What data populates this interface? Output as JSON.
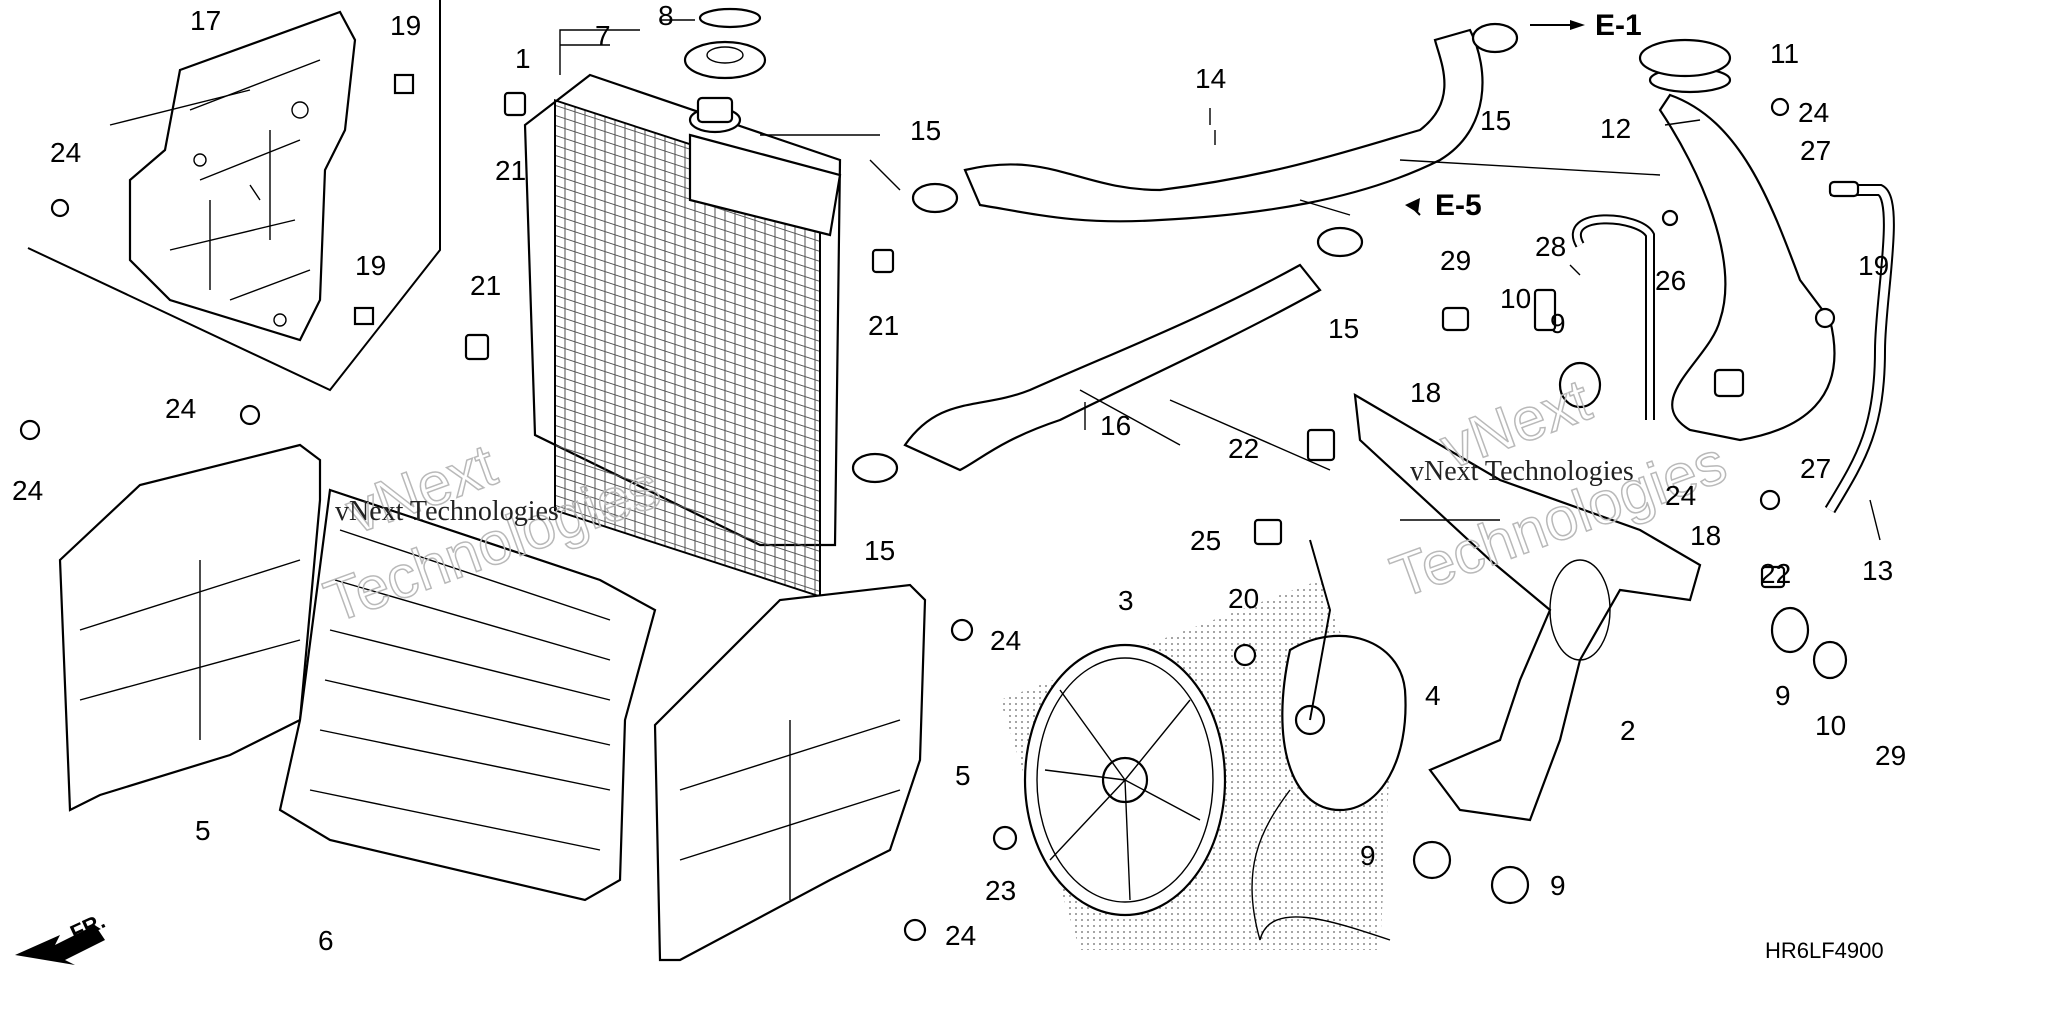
{
  "diagram": {
    "callouts": {
      "p1": "1",
      "p2": "2",
      "p3": "3",
      "p4": "4",
      "p5a": "5",
      "p5b": "5",
      "p6": "6",
      "p7": "7",
      "p8": "8",
      "p9a": "9",
      "p9b": "9",
      "p9c": "9",
      "p9d": "9",
      "p10a": "10",
      "p10b": "10",
      "p11": "11",
      "p12": "12",
      "p13": "13",
      "p14": "14",
      "p15a": "15",
      "p15b": "15",
      "p15c": "15",
      "p15d": "15",
      "p16": "16",
      "p17": "17",
      "p18a": "18",
      "p18b": "18",
      "p19a": "19",
      "p19b": "19",
      "p19c": "19",
      "p20": "20",
      "p21a": "21",
      "p21b": "21",
      "p21c": "21",
      "p22a": "22",
      "p22b": "22",
      "p23": "23",
      "p24a": "24",
      "p24b": "24",
      "p24c": "24",
      "p24d": "24",
      "p24e": "24",
      "p24f": "24",
      "p24g": "24",
      "p25": "25",
      "p26": "26",
      "p27a": "27",
      "p27b": "27",
      "p28": "28",
      "p29a": "29",
      "p29b": "29"
    },
    "references": {
      "e1": "E-1",
      "e5": "E-5"
    },
    "front_marker": "FR.",
    "diagram_code": "HR6LF4900",
    "watermark": {
      "line1": "vNext",
      "line2": "Technologies",
      "inline": "vNext Technologies"
    }
  }
}
